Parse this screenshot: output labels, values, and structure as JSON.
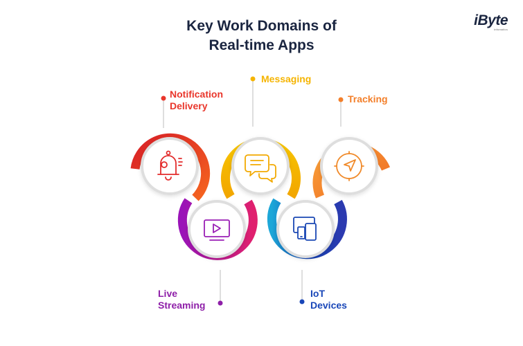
{
  "title_line1": "Key Work Domains of",
  "title_line2": "Real-time Apps",
  "logo": {
    "text": "iByte",
    "tagline": "infomatics",
    "accent_color": "#1a2540"
  },
  "domains": [
    {
      "label_lines": [
        "Notification",
        "Delivery"
      ],
      "icon": "bell-icon",
      "color": "#e9362b"
    },
    {
      "label_lines": [
        "Messaging"
      ],
      "icon": "chat-bubbles-icon",
      "color": "#f5b400"
    },
    {
      "label_lines": [
        "Tracking"
      ],
      "icon": "navigation-arrow-icon",
      "color": "#f37f2a"
    },
    {
      "label_lines": [
        "Live",
        "Streaming"
      ],
      "icon": "tv-play-icon",
      "color": "#8e1fa8"
    },
    {
      "label_lines": [
        "IoT",
        "Devices"
      ],
      "icon": "devices-icon",
      "color": "#1846b8"
    }
  ]
}
